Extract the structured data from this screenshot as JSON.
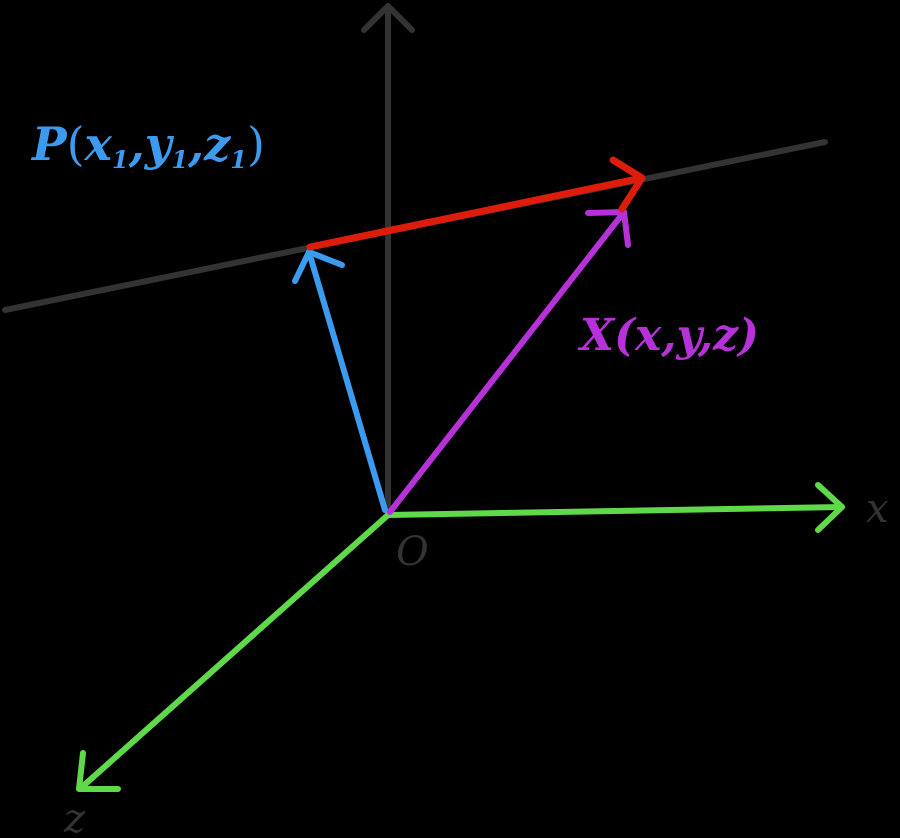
{
  "diagram": {
    "background": "#000000",
    "colors": {
      "axis": "#333333",
      "line": "#333333",
      "direction_vector": "#dd1c0b",
      "point_p_vector": "#3d9bef",
      "point_x_vector": "#b632d8",
      "coordinate_axes": "#5fd94a",
      "axis_label": "#333333"
    },
    "labels": {
      "point_p": {
        "name": "P",
        "open": "(",
        "x": "x",
        "x_sub": "1",
        "sep1": ",",
        "y": "y",
        "y_sub": "1",
        "sep2": ",",
        "z": "z",
        "z_sub": "1",
        "close": ")"
      },
      "point_x": {
        "text": "X(x,y,z)"
      },
      "origin": "O",
      "x_axis": "x",
      "z_axis": "z"
    },
    "elements": [
      {
        "id": "vertical-axis",
        "from": [
          388,
          515
        ],
        "to": [
          388,
          4
        ],
        "arrow": true
      },
      {
        "id": "line",
        "from": [
          5,
          310
        ],
        "to": [
          825,
          142
        ],
        "arrow": false
      },
      {
        "id": "direction-vector",
        "from": [
          308,
          246
        ],
        "to": [
          643,
          178
        ],
        "arrow": true
      },
      {
        "id": "position-vector-p",
        "from": [
          388,
          515
        ],
        "to": [
          308,
          250
        ],
        "arrow": true
      },
      {
        "id": "position-vector-x",
        "from": [
          388,
          515
        ],
        "to": [
          625,
          207
        ],
        "arrow": true
      },
      {
        "id": "x-axis",
        "from": [
          388,
          515
        ],
        "to": [
          845,
          507
        ],
        "arrow": true
      },
      {
        "id": "z-axis",
        "from": [
          388,
          515
        ],
        "to": [
          82,
          787
        ],
        "arrow": true
      }
    ]
  }
}
